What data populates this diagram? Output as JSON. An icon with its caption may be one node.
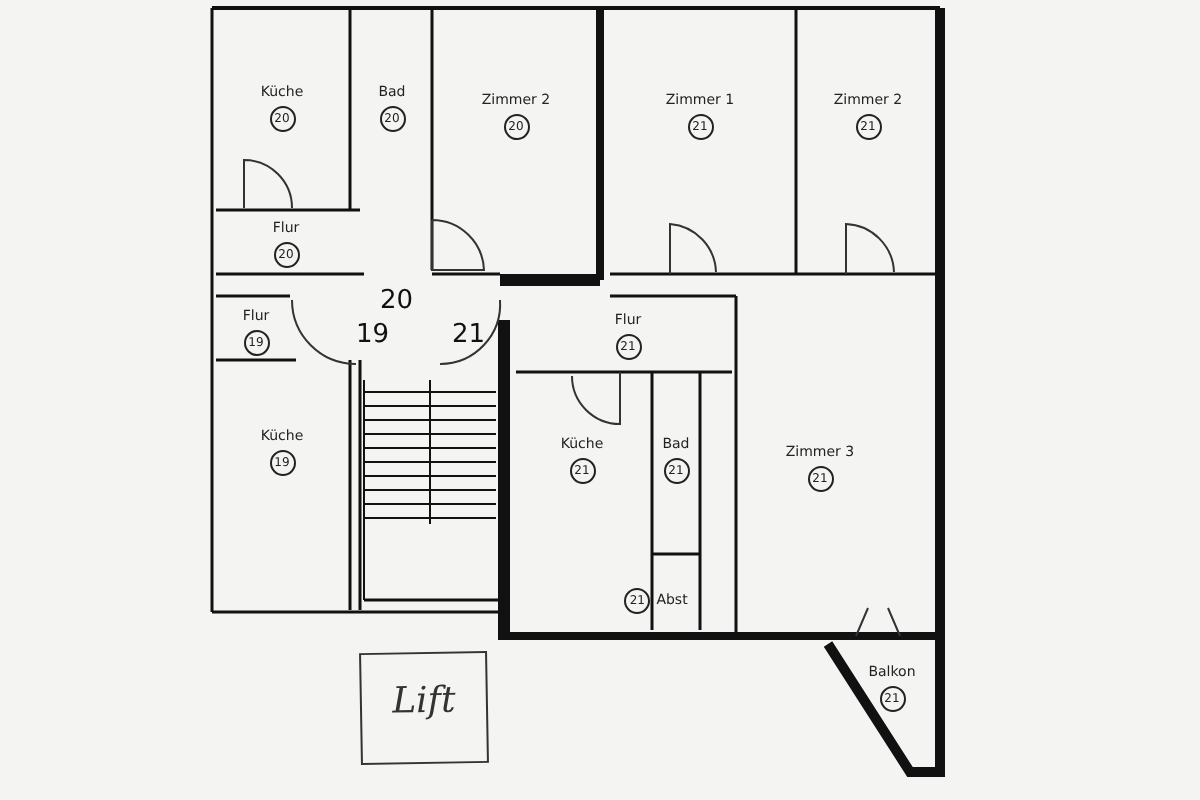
{
  "diagram": {
    "nodes": [
      {
        "text": [
          "Küche",
          "20"
        ]
      },
      {
        "text": [
          "Bad",
          "20"
        ]
      },
      {
        "text": [
          "Zimmer 2",
          "20"
        ]
      },
      {
        "text": [
          "Zimmer 1",
          "21"
        ]
      },
      {
        "text": [
          "Zimmer 2",
          "21"
        ]
      },
      {
        "text": [
          "Flur",
          "20"
        ]
      },
      {
        "text": [
          "Flur",
          "19"
        ]
      },
      {
        "text": [
          "Flur",
          "21"
        ]
      },
      {
        "text": [
          "Küche",
          "19"
        ]
      },
      {
        "text": [
          "Küche",
          "21"
        ]
      },
      {
        "text": [
          "Bad",
          "21"
        ]
      },
      {
        "text": [
          "21",
          "Abst"
        ]
      },
      {
        "text": [
          "Zimmer 3",
          "21"
        ]
      },
      {
        "text": [
          "Balkon",
          "21"
        ]
      },
      {
        "text": [
          "Lift"
        ]
      }
    ],
    "edges": [],
    "labels": [
      "20",
      "19",
      "21"
    ]
  }
}
